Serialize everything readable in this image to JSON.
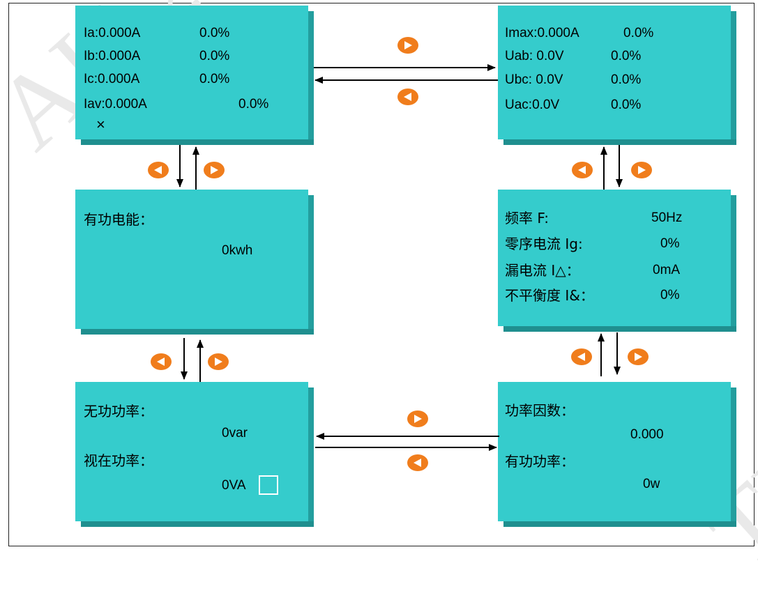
{
  "watermark": {
    "text_left": "AH 2021-0",
    "text_right": "TN"
  },
  "panels": {
    "current": {
      "rows": [
        {
          "label": "Ia:0.000A",
          "pct": "0.0%"
        },
        {
          "label": "Ib:0.000A",
          "pct": "0.0%"
        },
        {
          "label": "Ic:0.000A",
          "pct": "0.0%"
        },
        {
          "label": "Iav:0.000A",
          "pct": "0.0%"
        }
      ],
      "mark": "×"
    },
    "voltage": {
      "rows": [
        {
          "label": "Imax:0.000A",
          "pct": "0.0%"
        },
        {
          "label": "Uab: 0.0V",
          "pct": "0.0%"
        },
        {
          "label": "Ubc: 0.0V",
          "pct": "0.0%"
        },
        {
          "label": "Uac:0.0V",
          "pct": "0.0%"
        }
      ]
    },
    "active_energy": {
      "label": "有功电能：",
      "value": "0kwh"
    },
    "frequency": {
      "rows": [
        {
          "label": "频率 F:",
          "value": "50Hz"
        },
        {
          "label": "零序电流 Ig:",
          "value": "0%"
        },
        {
          "label": "漏电流 I△：",
          "value": "0mA"
        },
        {
          "label": "不平衡度 I&：",
          "value": "0%"
        }
      ]
    },
    "reactive_power": {
      "label1": "无功功率：",
      "value1": "0var",
      "label2": "视在功率：",
      "value2": "0VA"
    },
    "power_factor": {
      "label1": "功率因数：",
      "value1": "0.000",
      "label2": "有功功率：",
      "value2": "0w"
    }
  },
  "colors": {
    "panel": "#35cccc",
    "button": "#f07d1c"
  },
  "icons": {
    "next": "right-triangle",
    "prev": "left-triangle",
    "square": "white-square"
  }
}
